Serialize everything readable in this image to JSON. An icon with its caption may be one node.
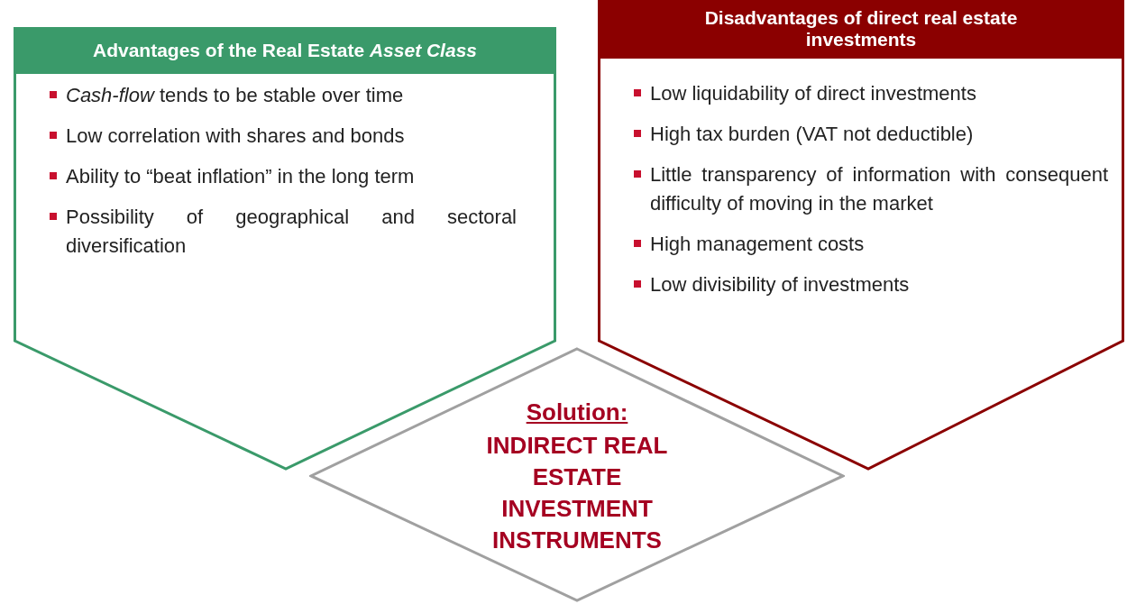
{
  "diagram": {
    "nodes": [
      {
        "text": [
          "Advantages of the Real Estate *Asset Class*",
          "*Cash-flow* tends to be stable over time",
          "Low correlation with shares and bonds",
          "Ability to “beat inflation” in the long term",
          "Possibility of geographical and sectoral diversification"
        ]
      },
      {
        "text": [
          "Disadvantages of direct real estate investments",
          "Low liquidability of direct investments",
          "High tax burden (VAT not deductible)",
          "Little transparency of information with consequent difficulty of moving in the market",
          "High management costs",
          "Low divisibility of investments"
        ]
      },
      {
        "text": [
          "Solution:",
          "INDIRECT REAL ESTATE INVESTMENT INSTRUMENTS"
        ]
      }
    ]
  }
}
